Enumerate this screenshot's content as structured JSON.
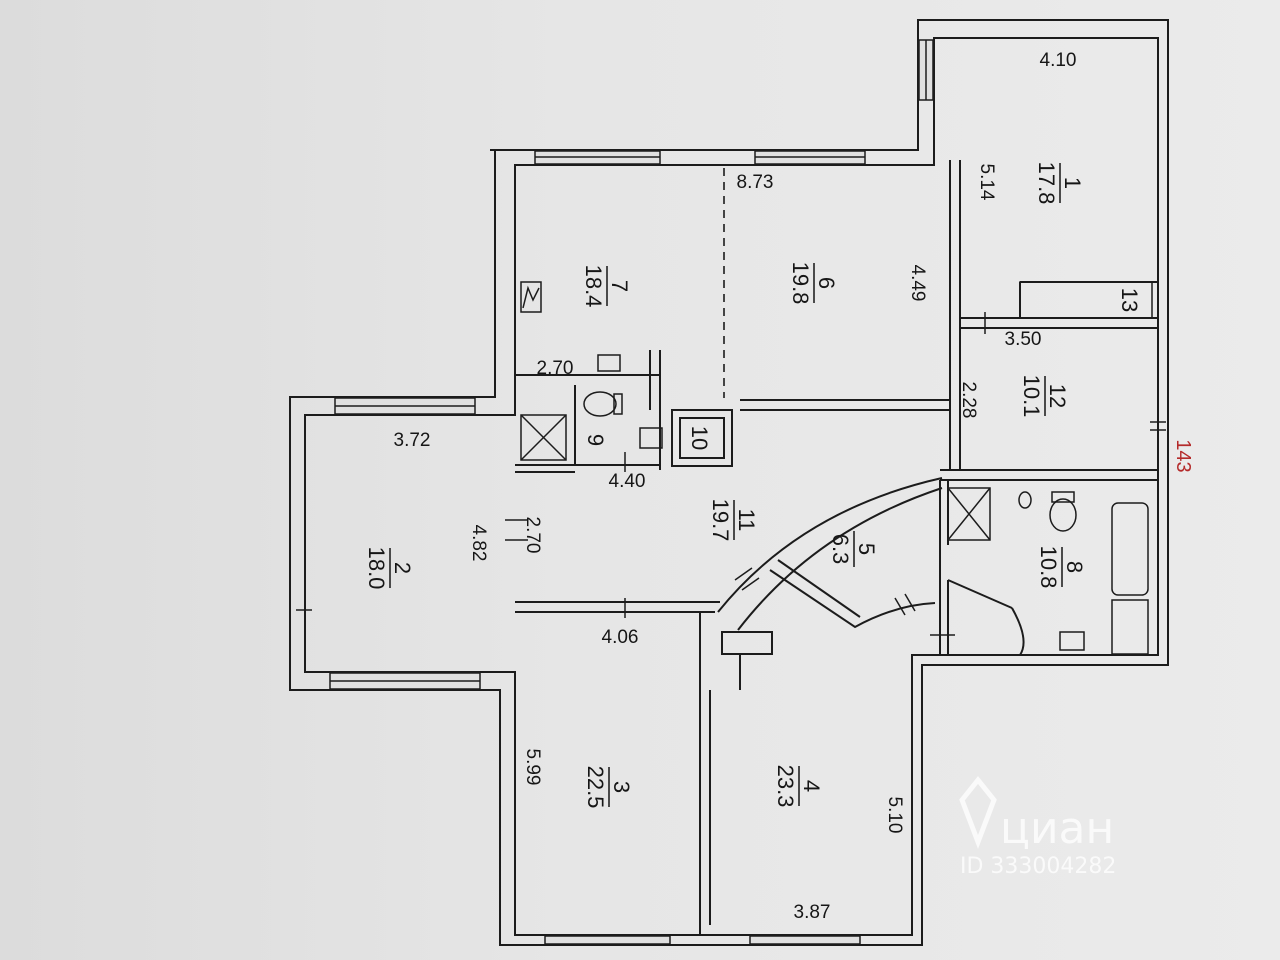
{
  "floor_plan": {
    "rooms": [
      {
        "number": "1",
        "area": "17.8"
      },
      {
        "number": "2",
        "area": "18.0"
      },
      {
        "number": "3",
        "area": "22.5"
      },
      {
        "number": "4",
        "area": "23.3"
      },
      {
        "number": "5",
        "area": "6.3"
      },
      {
        "number": "6",
        "area": "19.8"
      },
      {
        "number": "7",
        "area": "18.4"
      },
      {
        "number": "8",
        "area": "10.8"
      },
      {
        "number": "9",
        "area": ""
      },
      {
        "number": "10",
        "area": ""
      },
      {
        "number": "11",
        "area": "19.7"
      },
      {
        "number": "12",
        "area": "10.1"
      },
      {
        "number": "13",
        "area": ""
      }
    ],
    "dimensions": [
      "4.10",
      "5.14",
      "8.73",
      "4.49",
      "3.50",
      "2.28",
      "2.70",
      "4.40",
      "3.72",
      "4.82",
      "2.70",
      "4.06",
      "5.99",
      "5.10",
      "3.87"
    ],
    "marker": "143"
  },
  "watermark": {
    "logo": "циан",
    "id": "ID 333004282"
  }
}
